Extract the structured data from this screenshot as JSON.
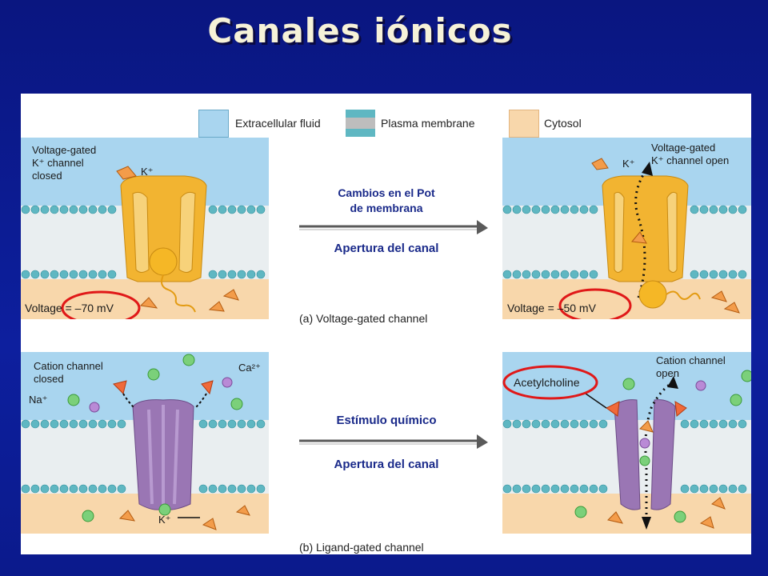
{
  "slide": {
    "title": "Canales iónicos"
  },
  "legend": {
    "extracellular_fluid": "Extracellular fluid",
    "plasma_membrane": "Plasma membrane",
    "cytosol": "Cytosol"
  },
  "panel_a": {
    "caption": "(a) Voltage-gated channel",
    "left": {
      "channel_state": "Voltage-gated\nK⁺ channel\nclosed",
      "ion": "K⁺",
      "voltage": "Voltage = –70 mV"
    },
    "right": {
      "channel_state": "Voltage-gated\nK⁺ channel open",
      "ion": "K⁺",
      "voltage": "Voltage = –50 mV"
    },
    "arrow_top_label": "Cambios en el Pot\nde membrana",
    "arrow_bottom_label": "Apertura del canal"
  },
  "panel_b": {
    "caption": "(b) Ligand-gated channel",
    "left": {
      "channel_state": "Cation channel\nclosed",
      "na": "Na⁺",
      "ca": "Ca²⁺",
      "k": "K⁺"
    },
    "right": {
      "channel_state": "Cation channel\nopen",
      "ligand": "Acetylcholine"
    },
    "arrow_top_label": "Estímulo químico",
    "arrow_bottom_label": "Apertura del canal"
  },
  "colors": {
    "slide_background": "#0b1a8c",
    "title_text": "#f6f2d8",
    "extracellular": "#a9d5ef",
    "cytosol": "#f8d7ab",
    "membrane_head": "#5fb7c2",
    "channel_k": "#f2b431",
    "channel_cation": "#9a76b4",
    "highlight_circle": "#e01818",
    "center_text": "#1a2a8a"
  },
  "icons": {
    "arrow": "right-arrow-icon",
    "ion": "ion-pyramid-icon"
  }
}
